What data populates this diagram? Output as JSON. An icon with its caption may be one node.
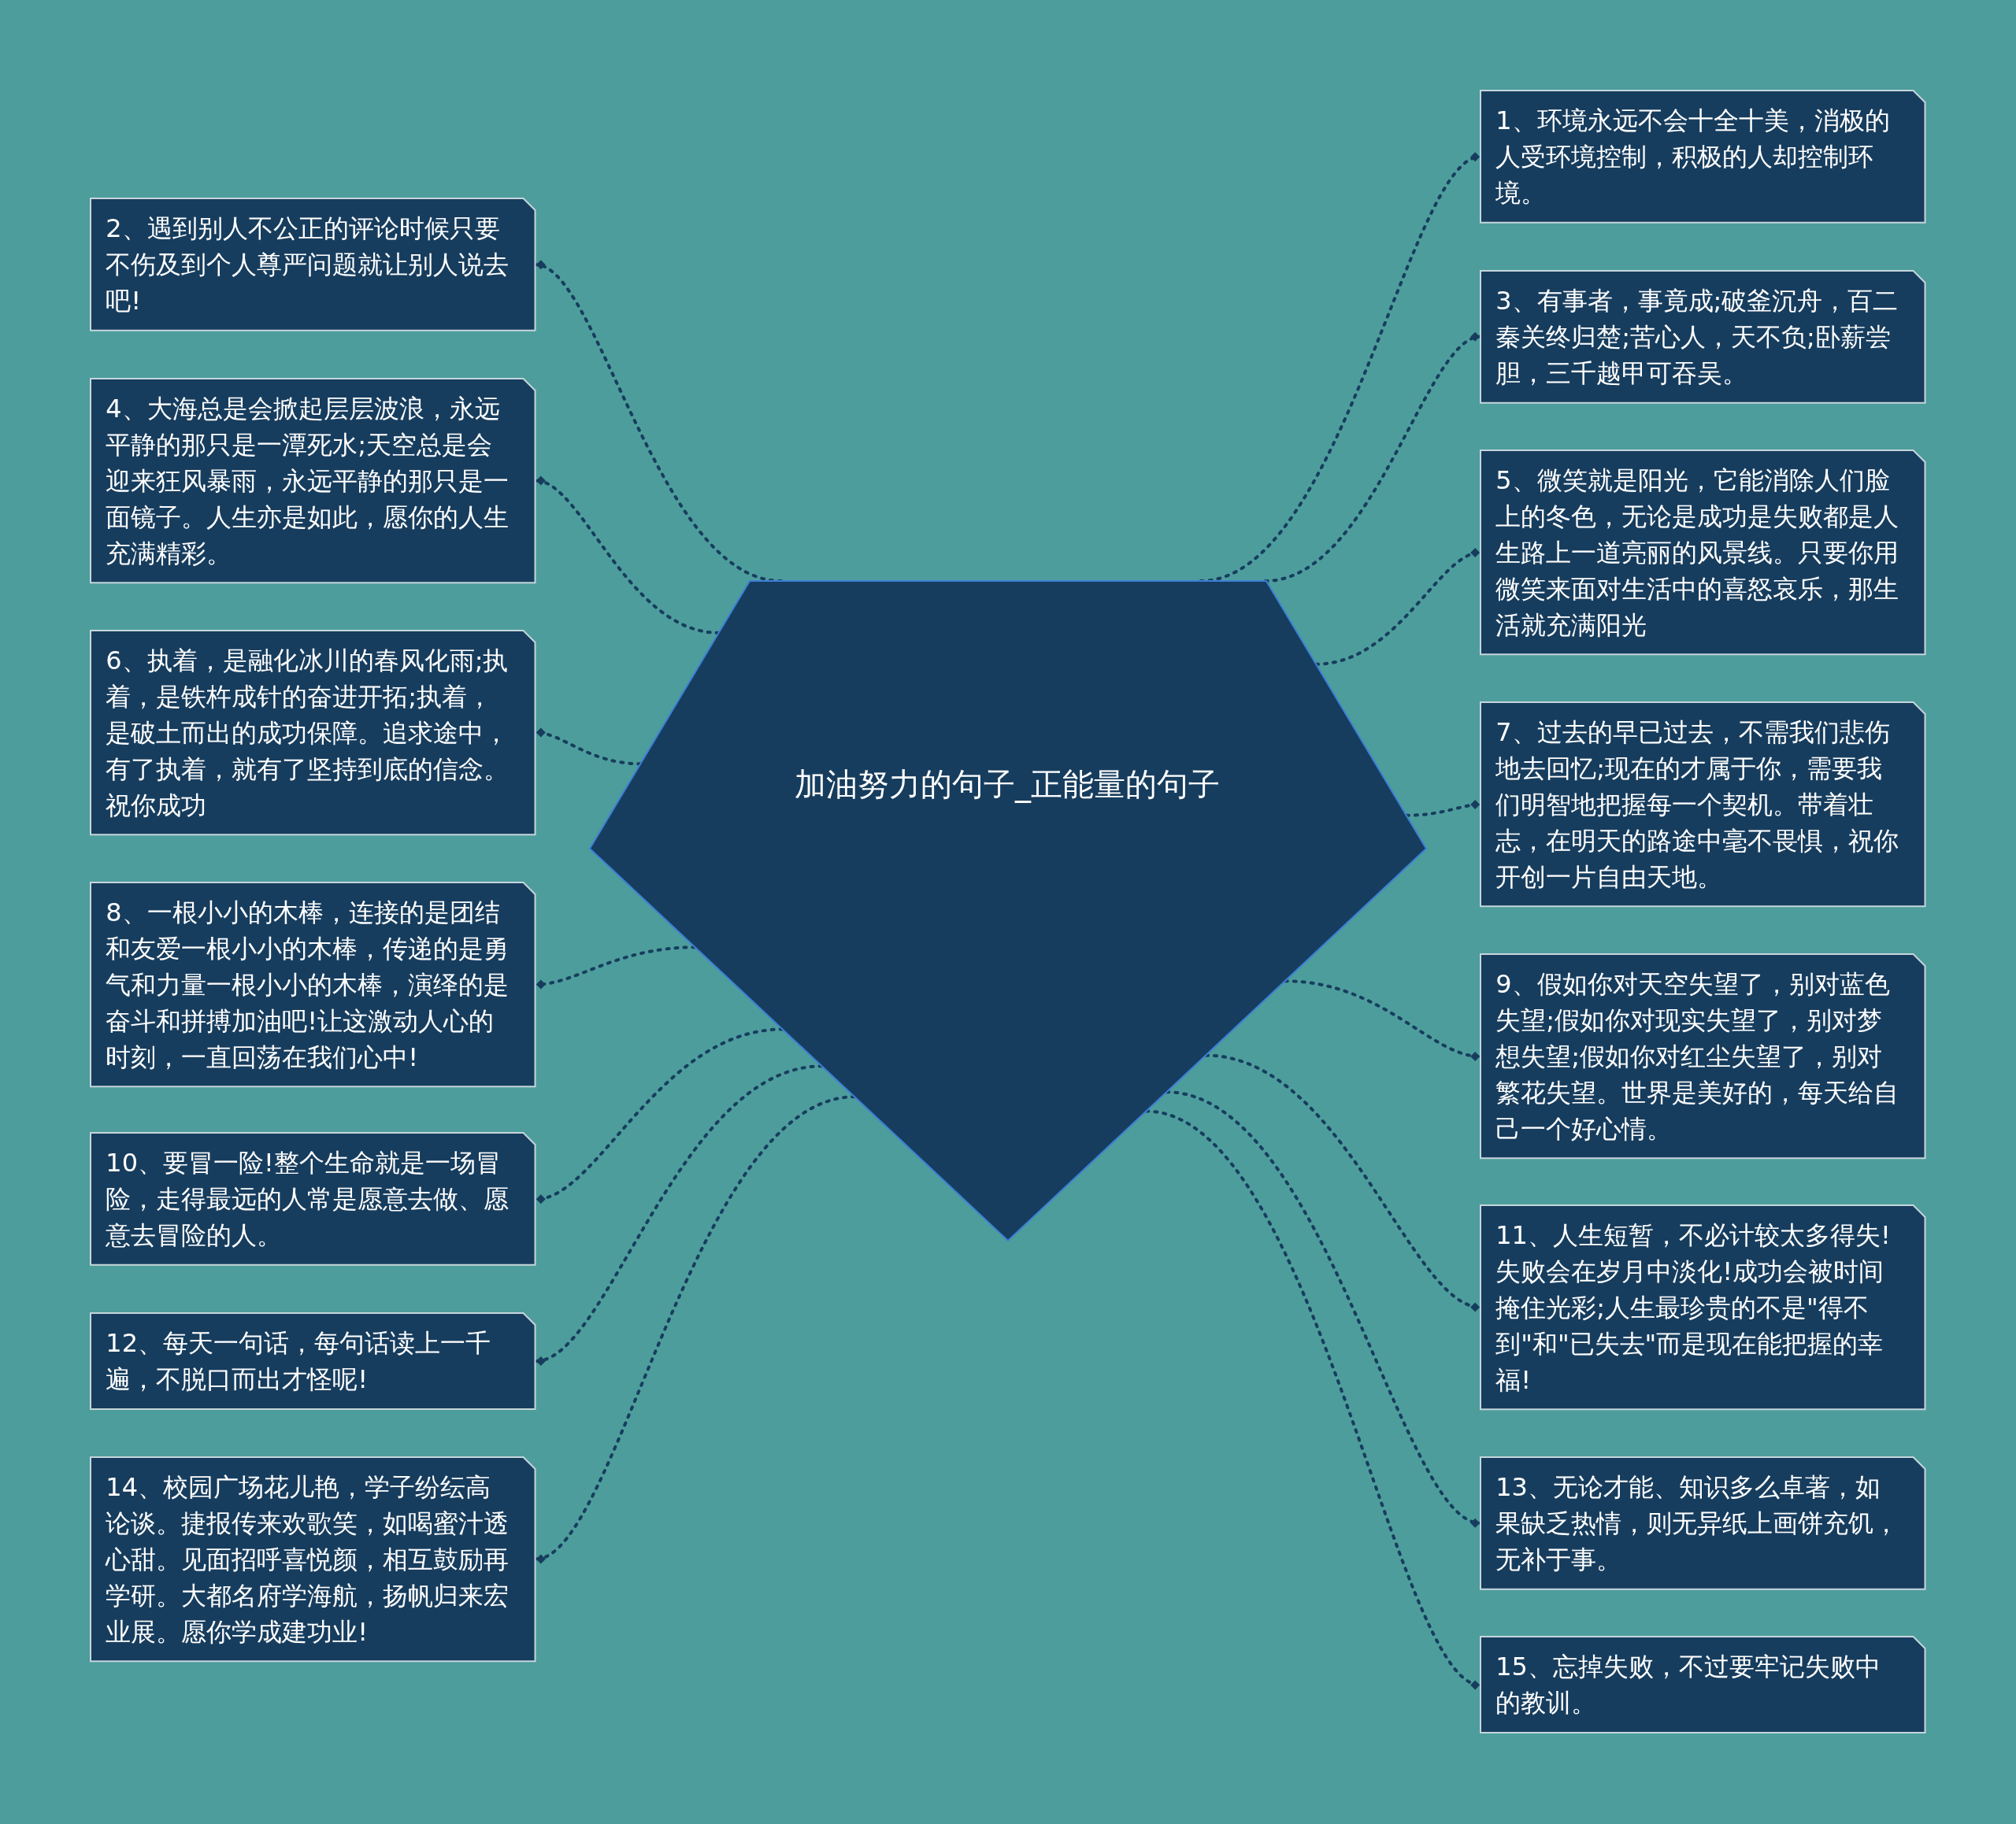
{
  "diagram": {
    "nodes": [
      {
        "text": [
          "加油努力的句子_正能量的句子"
        ]
      },
      {
        "text": [
          "1、环境永远不会十全十美，消极的人受环境控制，积极的人却控制环境。"
        ]
      },
      {
        "text": [
          "2、遇到别人不公正的评论时候只要不伤及到个人尊严问题就让别人说去吧!"
        ]
      },
      {
        "text": [
          "3、有事者，事竟成;破釜沉舟，百二秦关终归楚;苦心人，天不负;卧薪尝胆，三千越甲可吞吴。"
        ]
      },
      {
        "text": [
          "4、大海总是会掀起层层波浪，永远平静的那只是一潭死水;天空总是会迎来狂风暴雨，永远平静的那只是一面镜子。人生亦是如此，愿你的人生充满精彩。"
        ]
      },
      {
        "text": [
          "5、微笑就是阳光，它能消除人们脸上的冬色，无论是成功是失败都是人生路上一道亮丽的风景线。只要你用微笑来面对生活中的喜怒哀乐，那生活就充满阳光"
        ]
      },
      {
        "text": [
          "6、执着，是融化冰川的春风化雨;执着，是铁杵成针的奋进开拓;执着，是破土而出的成功保障。追求途中，有了执着，就有了坚持到底的信念。祝你成功"
        ]
      },
      {
        "text": [
          "7、过去的早已过去，不需我们悲伤地去回忆;现在的才属于你，需要我们明智地把握每一个契机。带着壮志，在明天的路途中毫不畏惧，祝你开创一片自由天地。"
        ]
      },
      {
        "text": [
          "8、一根小小的木棒，连接的是团结和友爱一根小小的木棒，传递的是勇气和力量一根小小的木棒，演绎的是奋斗和拼搏加油吧!让这激动人心的时刻，一直回荡在我们心中!"
        ]
      },
      {
        "text": [
          "9、假如你对天空失望了，别对蓝色失望;假如你对现实失望了，别对梦想失望;假如你对红尘失望了，别对繁花失望。世界是美好的，每天给自己一个好心情。"
        ]
      },
      {
        "text": [
          "10、要冒一险!整个生命就是一场冒险，走得最远的人常是愿意去做、愿意去冒险的人。"
        ]
      },
      {
        "text": [
          "11、人生短暂，不必计较太多得失!失败会在岁月中淡化!成功会被时间掩住光彩;人生最珍贵的不是\"得不到\"和\"已失去\"而是现在能把握的幸福!"
        ]
      },
      {
        "text": [
          "12、每天一句话，每句话读上一千遍，不脱口而出才怪呢!"
        ]
      },
      {
        "text": [
          "13、无论才能、知识多么卓著，如果缺乏热情，则无异纸上画饼充饥，无补于事。"
        ]
      },
      {
        "text": [
          "14、校园广场花儿艳，学子纷纭高论谈。捷报传来欢歌笑，如喝蜜汁透心甜。见面招呼喜悦颜，相互鼓励再学研。大都名府学海航，扬帆归来宏业展。愿你学成建功业!"
        ]
      },
      {
        "text": [
          "15、忘掉失败，不过要牢记失败中的教训。"
        ]
      }
    ],
    "edges": [
      {
        "from": 0,
        "to": 1,
        "arrow": "other",
        "style": "dashed"
      },
      {
        "from": 0,
        "to": 2,
        "arrow": "other",
        "style": "dashed"
      },
      {
        "from": 0,
        "to": 3,
        "arrow": "other",
        "style": "dashed"
      },
      {
        "from": 0,
        "to": 4,
        "arrow": "other",
        "style": "dashed"
      },
      {
        "from": 0,
        "to": 5,
        "arrow": "other",
        "style": "dashed"
      },
      {
        "from": 0,
        "to": 6,
        "arrow": "other",
        "style": "dashed"
      },
      {
        "from": 0,
        "to": 7,
        "arrow": "other",
        "style": "dashed"
      },
      {
        "from": 0,
        "to": 8,
        "arrow": "other",
        "style": "dashed"
      },
      {
        "from": 0,
        "to": 9,
        "arrow": "other",
        "style": "dashed"
      },
      {
        "from": 0,
        "to": 10,
        "arrow": "other",
        "style": "dashed"
      },
      {
        "from": 0,
        "to": 11,
        "arrow": "other",
        "style": "dashed"
      },
      {
        "from": 0,
        "to": 12,
        "arrow": "other",
        "style": "dashed"
      },
      {
        "from": 0,
        "to": 13,
        "arrow": "other",
        "style": "dashed"
      },
      {
        "from": 0,
        "to": 14,
        "arrow": "other",
        "style": "dashed"
      },
      {
        "from": 0,
        "to": 15,
        "arrow": "other",
        "style": "dashed"
      }
    ]
  }
}
